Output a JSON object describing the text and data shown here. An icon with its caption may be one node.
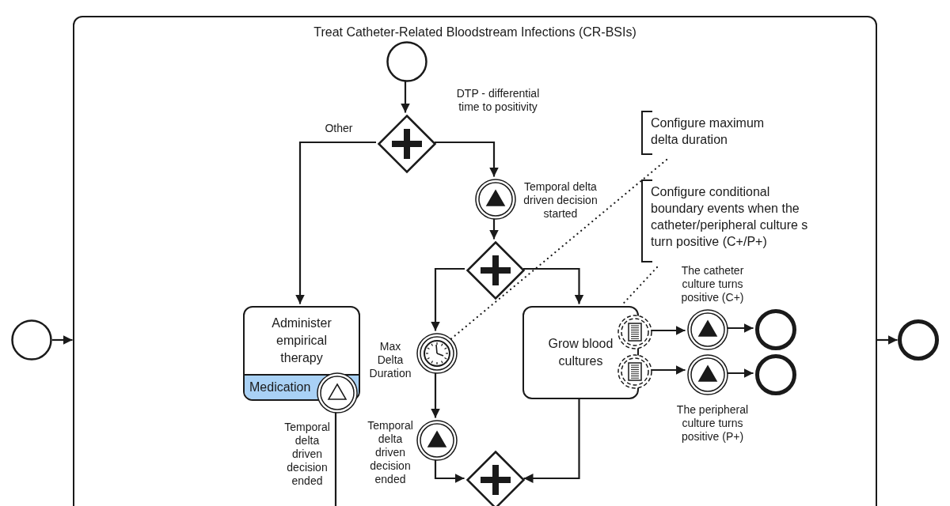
{
  "diagram": {
    "nodes": [
      {
        "text": [
          "Treat Catheter-Related Bloodstream Infections (CR-BSIs)"
        ]
      },
      {
        "text": [],
        "shape": "circle",
        "in": 0
      },
      {
        "text": [],
        "shape": "diamond",
        "in": 0
      },
      {
        "text": [],
        "shape": "circle",
        "in": 0,
        "beside": [
          "Temporal delta driven decision started"
        ]
      },
      {
        "text": [],
        "shape": "diamond",
        "in": 0
      },
      {
        "text": [
          "Administer empirical therapy",
          "Medication"
        ],
        "in": 0
      },
      {
        "text": [],
        "shape": "circle",
        "in": 0,
        "beside": [
          "Temporal delta driven decision ended"
        ]
      },
      {
        "text": [],
        "shape": "circle",
        "in": 0,
        "beside": [
          "Max Delta Duration"
        ]
      },
      {
        "text": [],
        "shape": "circle",
        "in": 0,
        "beside": [
          "Temporal delta driven decision ended"
        ]
      },
      {
        "text": [],
        "shape": "diamond",
        "in": 0
      },
      {
        "text": [
          "Grow blood cultures"
        ],
        "in": 0
      },
      {
        "text": [],
        "shape": "circle",
        "in": 0
      },
      {
        "text": [],
        "shape": "circle",
        "in": 0
      },
      {
        "text": [],
        "shape": "circle",
        "in": 0,
        "beside": [
          "The catheter culture turns positive (C+)"
        ]
      },
      {
        "text": [],
        "shape": "circle",
        "in": 0
      },
      {
        "text": [],
        "shape": "circle",
        "in": 0,
        "beside": [
          "The peripheral culture turns positive (P+)"
        ]
      },
      {
        "text": [],
        "shape": "circle",
        "in": 0
      },
      {
        "text": [],
        "shape": "circle"
      },
      {
        "text": [],
        "shape": "circle"
      },
      {
        "text": [
          "Configure maximum delta duration"
        ],
        "in": 0
      },
      {
        "text": [
          "Configure conditional boundary events when the catheter/peripheral culture s turn positive (C+/P+)"
        ],
        "in": 0
      }
    ],
    "edges": [
      {
        "from": 17,
        "to": 0,
        "arrow": "to"
      },
      {
        "from": 0,
        "to": 18,
        "arrow": "to"
      },
      {
        "from": 1,
        "to": 2,
        "arrow": "to"
      },
      {
        "from": 2,
        "to": 5,
        "arrow": "to",
        "label": "Other"
      },
      {
        "from": 2,
        "to": 3,
        "arrow": "to",
        "label": "DTP - differential time to positivity"
      },
      {
        "from": 3,
        "to": 4,
        "arrow": "to"
      },
      {
        "from": 4,
        "to": 7,
        "arrow": "to"
      },
      {
        "from": 4,
        "to": 10,
        "arrow": "to"
      },
      {
        "from": 7,
        "to": 8,
        "arrow": "to"
      },
      {
        "from": 8,
        "to": 9,
        "arrow": "to"
      },
      {
        "from": 10,
        "to": 9,
        "arrow": "to"
      },
      {
        "from": 6,
        "to": null,
        "arrow": "none"
      },
      {
        "from": 11,
        "to": 13,
        "arrow": "to"
      },
      {
        "from": 13,
        "to": 14,
        "arrow": "to"
      },
      {
        "from": 12,
        "to": 15,
        "arrow": "to"
      },
      {
        "from": 15,
        "to": 16,
        "arrow": "to"
      },
      {
        "from": 19,
        "to": 7,
        "arrow": "none",
        "style": "dashed"
      },
      {
        "from": 20,
        "to": 10,
        "arrow": "none",
        "style": "dashed"
      }
    ]
  }
}
